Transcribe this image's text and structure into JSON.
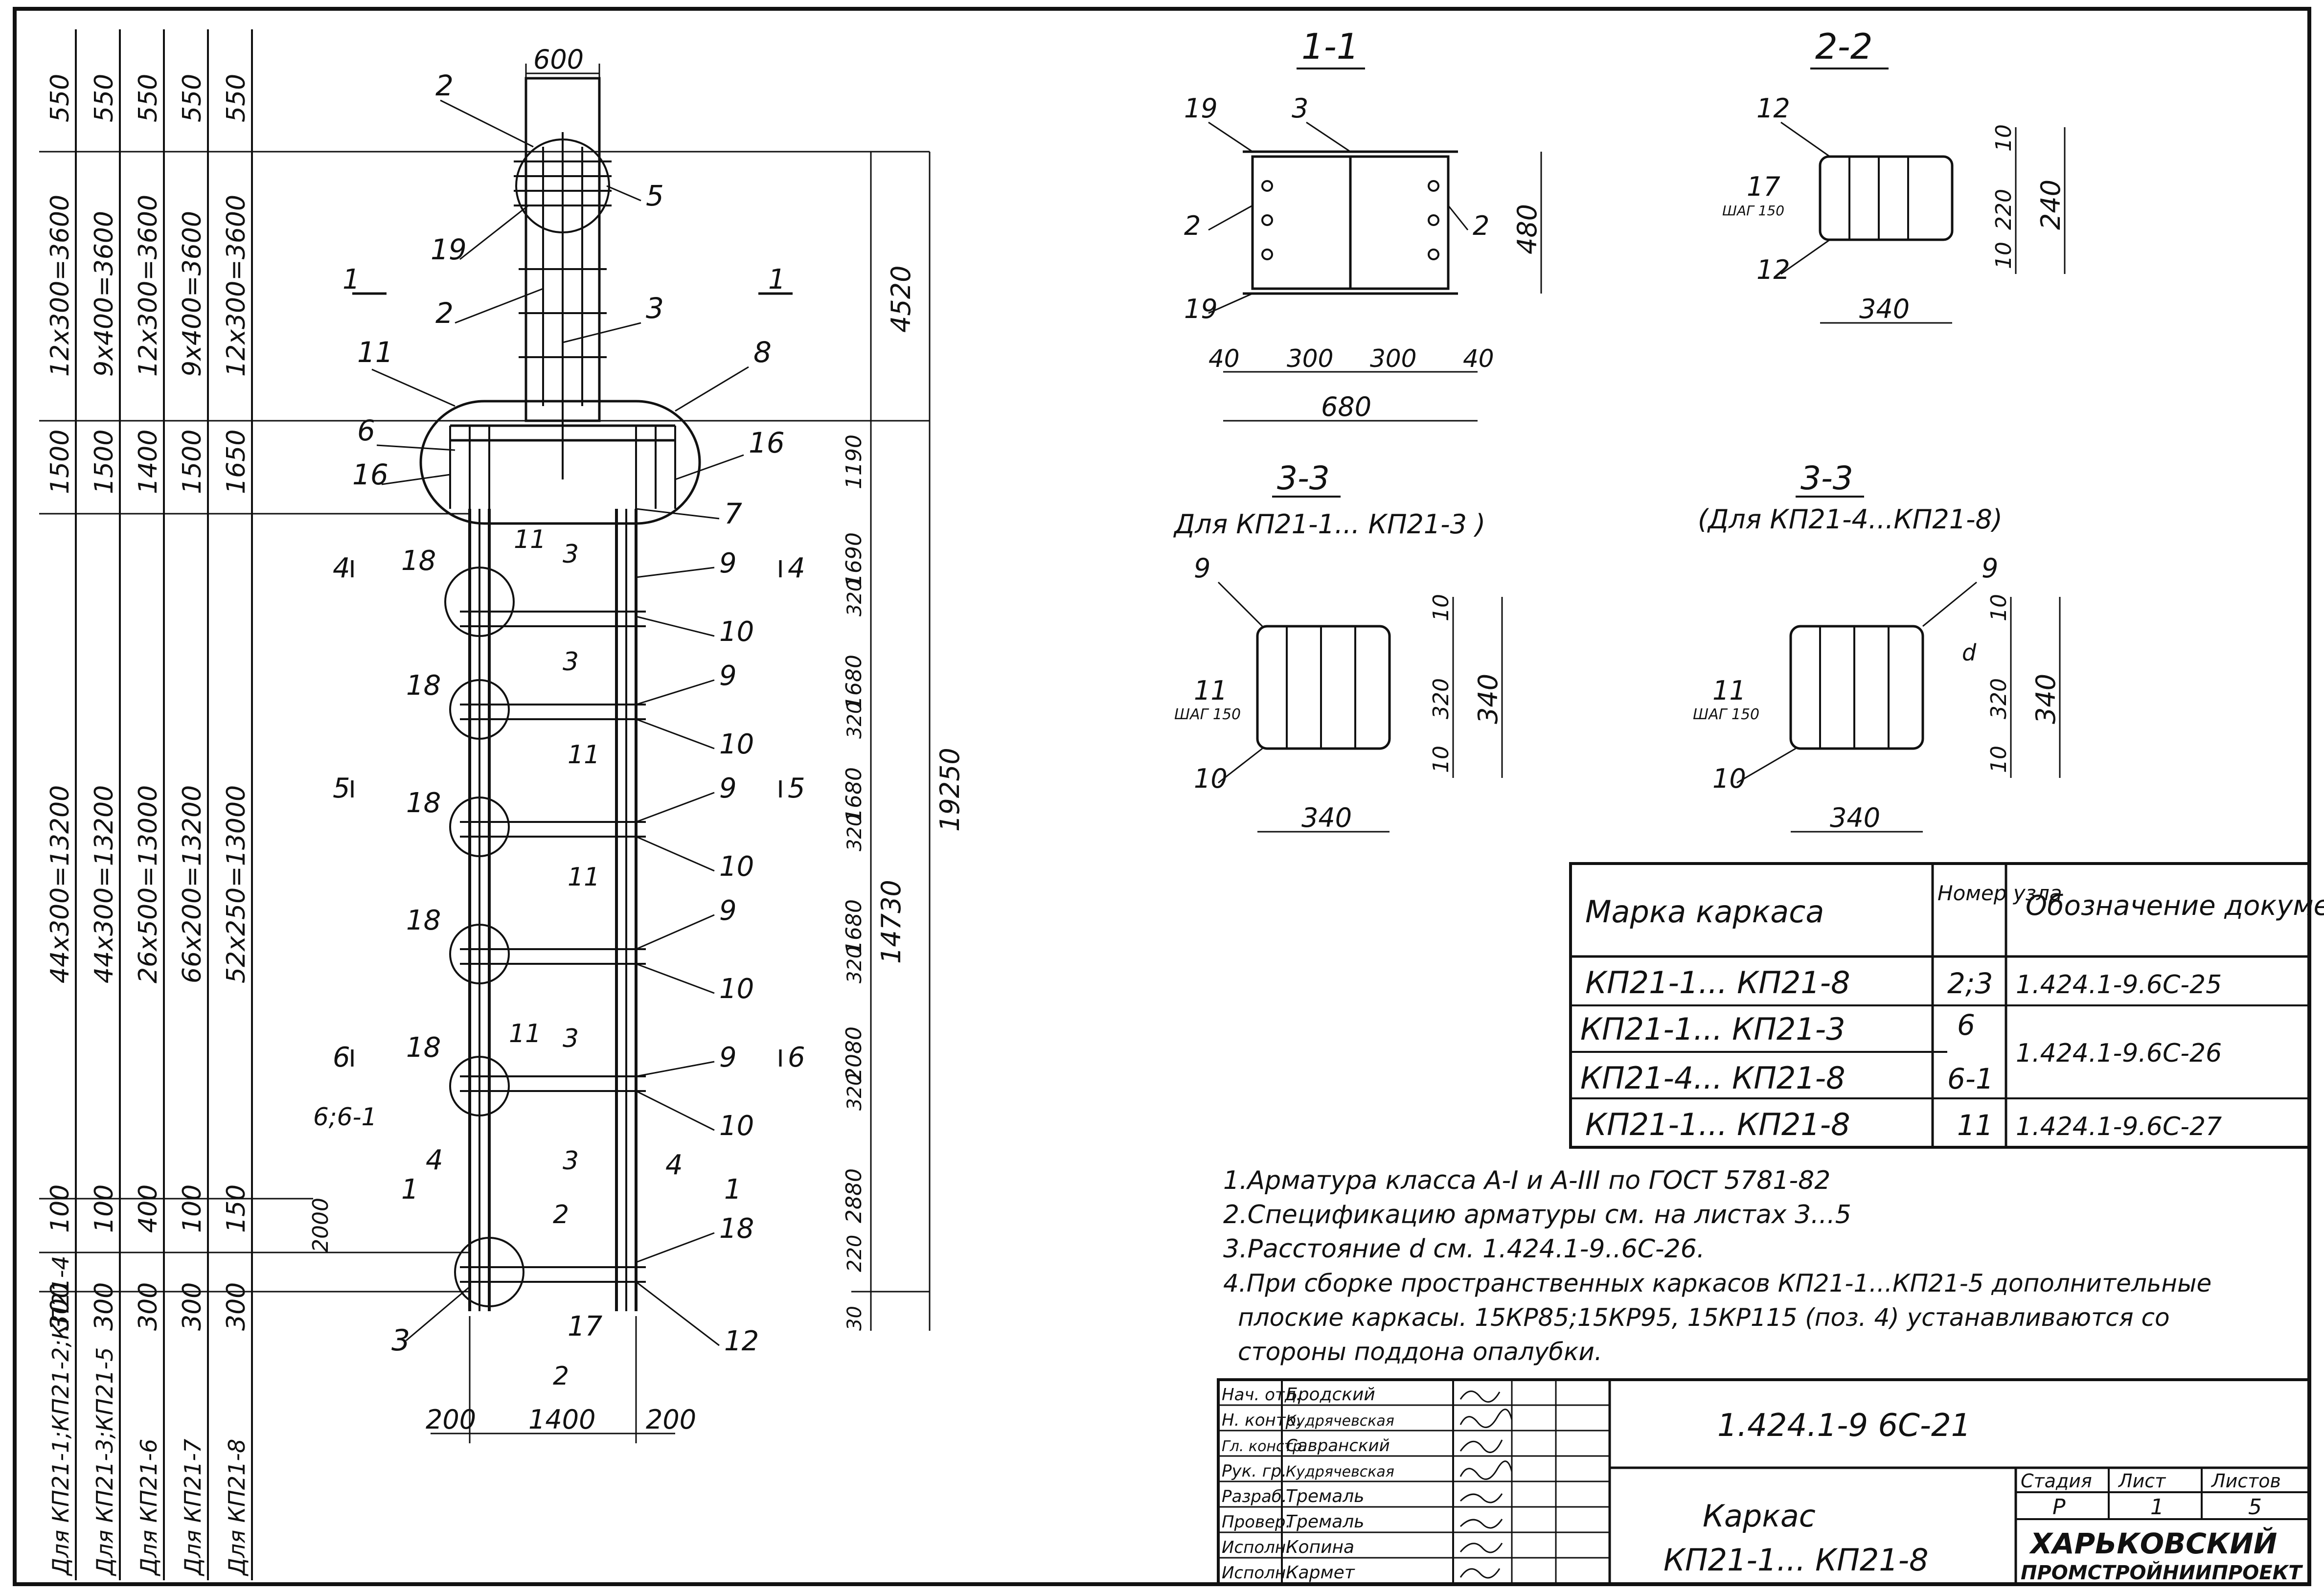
{
  "elevation": {
    "top_width": "600",
    "callouts_top": [
      "2",
      "5",
      "19",
      "2",
      "3",
      "11",
      "8",
      "6",
      "16",
      "16",
      "7"
    ],
    "section_marks": [
      "1",
      "1",
      "4",
      "4",
      "5",
      "5",
      "6",
      "6",
      "3",
      "3",
      "3",
      "3",
      "2",
      "2"
    ],
    "labels_left": [
      "18",
      "18",
      "18",
      "18",
      "18",
      "6;6-1",
      "4",
      "1",
      "3"
    ],
    "labels_right": [
      "11",
      "9",
      "10",
      "9",
      "10",
      "11",
      "9",
      "10",
      "11",
      "9",
      "10",
      "11",
      "9",
      "10",
      "4",
      "1",
      "18",
      "17",
      "12"
    ],
    "bottom_dims": [
      "200",
      "1400",
      "200"
    ],
    "right_dims": [
      "1190",
      "1690",
      "320",
      "1680",
      "320",
      "1680",
      "320",
      "1680",
      "320",
      "2080",
      "320",
      "2880",
      "220",
      "30",
      "2000"
    ],
    "overall_dims": [
      "4520",
      "19250",
      "14730"
    ]
  },
  "left_table": {
    "columns": [
      {
        "caption": "Для КП21-1;КП21-2;КП21-4",
        "top": "550",
        "upper": "12x300=3600",
        "mid": "1500",
        "lower": "44x300=13200",
        "bottom": "100",
        "base": "300"
      },
      {
        "caption": "Для КП21-3;КП21-5",
        "top": "550",
        "upper": "9x400=3600",
        "mid": "1500",
        "lower": "44x300=13200",
        "bottom": "100",
        "base": "300"
      },
      {
        "caption": "Для КП21-6",
        "top": "550",
        "upper": "12x300=3600",
        "mid": "1400",
        "lower": "26x500=13000",
        "bottom": "400",
        "base": "300"
      },
      {
        "caption": "Для КП21-7",
        "top": "550",
        "upper": "9x400=3600",
        "mid": "1500",
        "lower": "66x200=13200",
        "bottom": "100",
        "base": "300"
      },
      {
        "caption": "Для КП21-8",
        "top": "550",
        "upper": "12x300=3600",
        "mid": "1650",
        "lower": "52x250=13000",
        "bottom": "150",
        "base": "300"
      }
    ]
  },
  "section_1_1": {
    "title": "1-1",
    "labels": [
      "19",
      "3",
      "2",
      "2",
      "19"
    ],
    "dims_bottom": [
      "40",
      "300",
      "300",
      "40"
    ],
    "total": "680",
    "height": "480"
  },
  "section_2_2": {
    "title": "2-2",
    "labels": [
      "12",
      "17",
      "ШАГ 150",
      "12"
    ],
    "dims_right": [
      "10",
      "220",
      "10"
    ],
    "total_h": "240",
    "width": "340"
  },
  "section_3_3a": {
    "title": "3-3",
    "subtitle": "Для КП21-1... КП21-3 )",
    "labels": [
      "9",
      "11",
      "ШАГ 150",
      "10"
    ],
    "dims_right": [
      "10",
      "320",
      "10"
    ],
    "total_h": "340",
    "width": "340"
  },
  "section_3_3b": {
    "title": "3-3",
    "subtitle": "(Для КП21-4...КП21-8)",
    "labels": [
      "9",
      "11",
      "ШАГ 150",
      "10"
    ],
    "dims_right": [
      "10",
      "320",
      "10"
    ],
    "d_mark": "d",
    "total_h": "340",
    "width": "340"
  },
  "spec_table": {
    "headers": [
      "Марка каркаса",
      "Номер узла",
      "Обозначение документа"
    ],
    "rows": [
      [
        "КП21-1... КП21-8",
        "2;3",
        "1.424.1-9.6С-25"
      ],
      [
        "КП21-1... КП21-3",
        "6",
        "1.424.1-9.6С-26"
      ],
      [
        "КП21-4... КП21-8",
        "6-1",
        ""
      ],
      [
        "КП21-1... КП21-8",
        "11",
        "1.424.1-9.6С-27"
      ]
    ]
  },
  "notes": [
    "1.Арматура класса А-I и А-III по ГОСТ 5781-82",
    "2.Спецификацию арматуры см. на листах 3...5",
    "3.Расстояние d см. 1.424.1-9..6С-26.",
    "4.При сборке пространственных каркасов КП21-1...КП21-5 дополнительные",
    "плоские каркасы. 15КР85;15КР95, 15КР115 (поз. 4) устанавливаются со",
    "стороны поддона опалубки."
  ],
  "title_block": {
    "document_code": "1.424.1-9 6С-21",
    "object_title_line1": "Каркас",
    "object_title_line2": "КП21-1... КП21-8",
    "stage_header": "Стадия",
    "sheet_header": "Лист",
    "sheets_header": "Листов",
    "stage": "Р",
    "sheet": "1",
    "sheets": "5",
    "organization_line1": "ХАРЬКОВСКИЙ",
    "organization_line2": "ПРОМСТРОЙНИИПРОЕКТ",
    "staff": [
      {
        "role": "Нач. отд.",
        "name": "Бродский"
      },
      {
        "role": "Н. контр.",
        "name": "Кудрячевская"
      },
      {
        "role": "Гл. констр.",
        "name": "Савранский"
      },
      {
        "role": "Рук. гр.",
        "name": "Кудрячевская"
      },
      {
        "role": "Разраб.",
        "name": "Тремаль"
      },
      {
        "role": "Провер.",
        "name": "Тремаль"
      },
      {
        "role": "Исполн.",
        "name": "Копина"
      },
      {
        "role": "Исполн.",
        "name": "Кармет"
      }
    ]
  }
}
